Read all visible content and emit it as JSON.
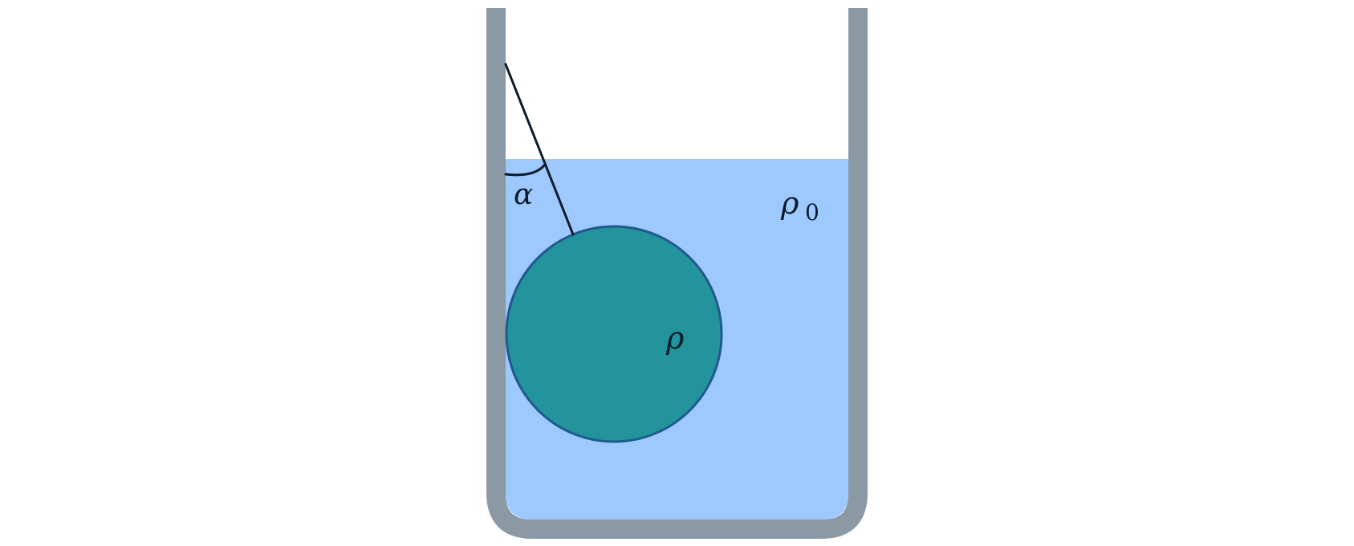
{
  "labels": {
    "angle": "α",
    "sphere_density": "ρ",
    "liquid_density_symbol": "ρ",
    "liquid_density_subscript": "0"
  },
  "colors": {
    "background": "#ffffff",
    "container_wall": "#8a99a3",
    "liquid": "#9ec9ff",
    "sphere_fill": "#23939c",
    "sphere_stroke": "#1f5a8f",
    "string": "#0d1b2a",
    "label_text": "#0d1b2a"
  }
}
